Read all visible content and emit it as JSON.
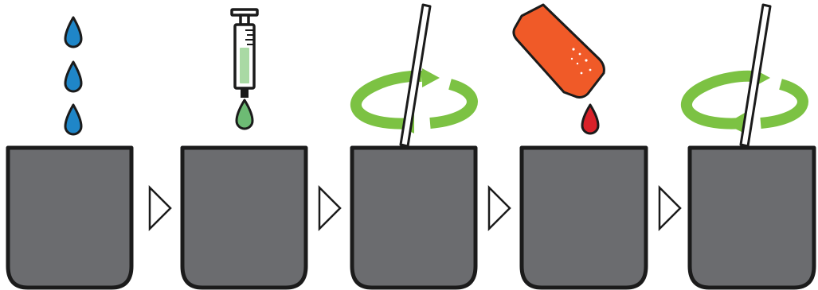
{
  "colors": {
    "beaker_fill": "#6b6c6f",
    "outline": "#1b1b1b",
    "water_drop": "#1f86c8",
    "green_drop": "#6dbb74",
    "red_drop": "#d92129",
    "stir_arrow": "#7cc243",
    "bottle": "#f05a28",
    "syringe_liquid": "#a9d9a4",
    "white": "#ffffff"
  },
  "steps": [
    {
      "icon": "water-drops-icon",
      "action": "add-water"
    },
    {
      "icon": "syringe-icon",
      "action": "add-green-drop"
    },
    {
      "icon": "stir-icon",
      "action": "stir"
    },
    {
      "icon": "bottle-icon",
      "action": "add-red-drop"
    },
    {
      "icon": "stir-icon",
      "action": "stir"
    }
  ],
  "arrow_icon": "chevron-right-outline-icon"
}
